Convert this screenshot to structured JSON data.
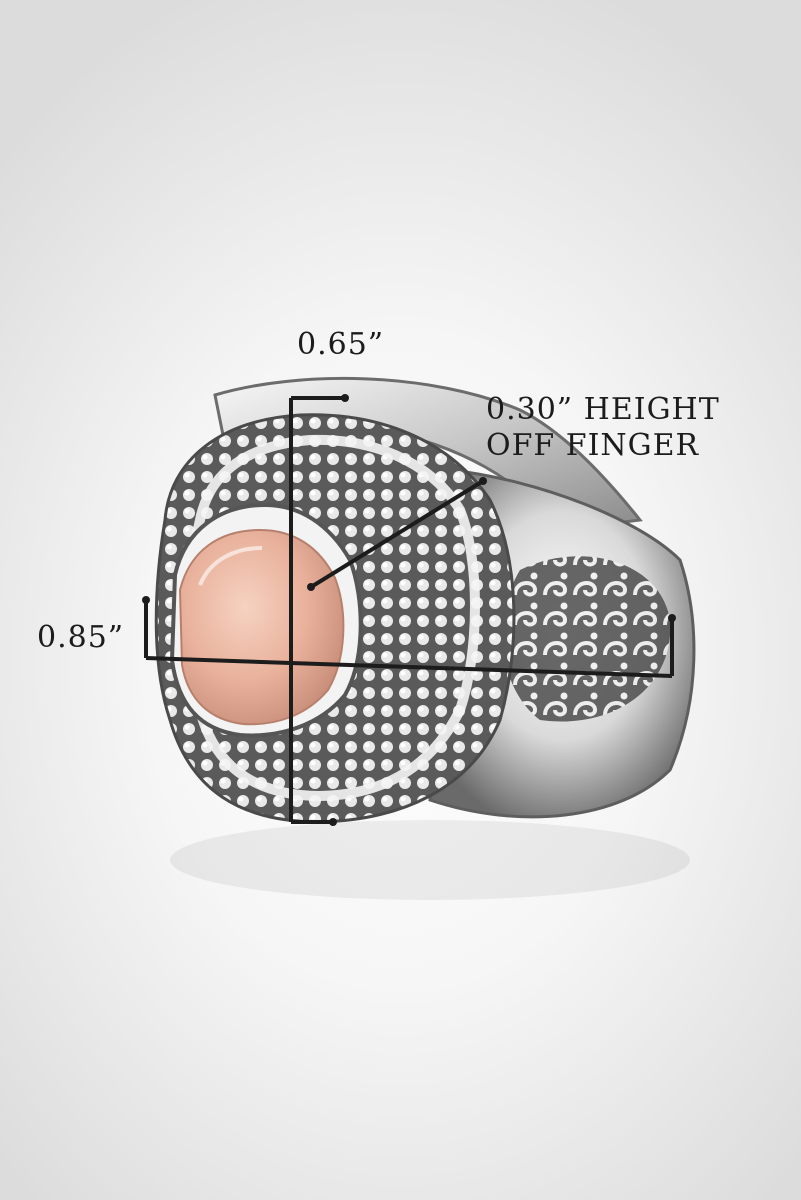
{
  "measurements": {
    "width": "0.65”",
    "length": "0.85”",
    "height_line1": "0.30” HEIGHT",
    "height_line2": "OFF FINGER"
  },
  "colors": {
    "background": "#f1f1f1",
    "silver_light": "#f4f4f4",
    "silver_dark": "#4a4a4a",
    "gemstone": "#e7b39c",
    "dimension_line": "#1c1c1c"
  }
}
